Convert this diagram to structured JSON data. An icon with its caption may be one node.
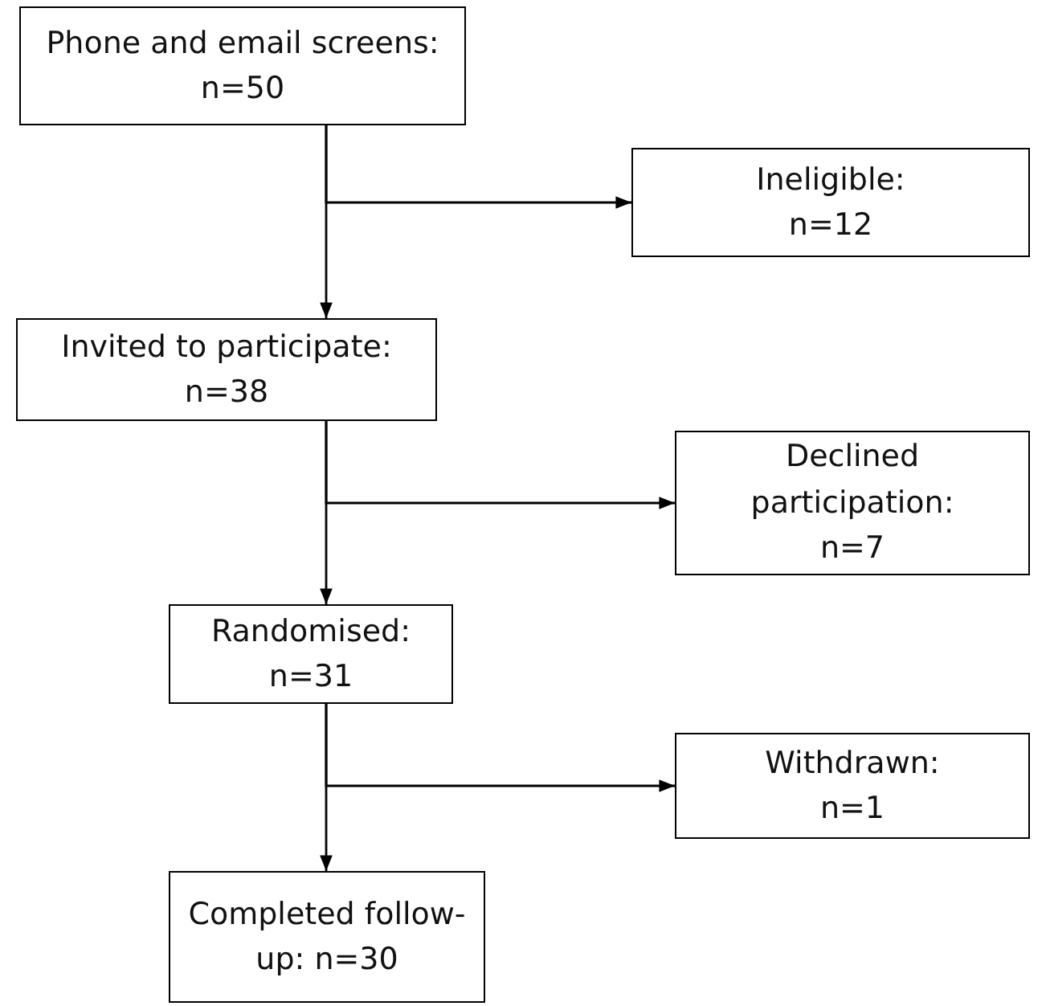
{
  "diagram": {
    "nodes": [
      {
        "text": [
          "Phone and email screens: n=50"
        ]
      },
      {
        "text": [
          "Ineligible: n=12"
        ]
      },
      {
        "text": [
          "Invited to participate: n=38"
        ]
      },
      {
        "text": [
          "Declined participation: n=7"
        ]
      },
      {
        "text": [
          "Randomised: n=31"
        ]
      },
      {
        "text": [
          "Withdrawn: n=1"
        ]
      },
      {
        "text": [
          "Completed follow-up: n=30"
        ]
      }
    ],
    "edges": [
      {
        "from": 0,
        "to": 1,
        "arrow": "to"
      },
      {
        "from": 0,
        "to": 2,
        "arrow": "to"
      },
      {
        "from": 2,
        "to": 3,
        "arrow": "to"
      },
      {
        "from": 2,
        "to": 4,
        "arrow": "to"
      },
      {
        "from": 4,
        "to": 5,
        "arrow": "to"
      },
      {
        "from": 4,
        "to": 6,
        "arrow": "to"
      }
    ]
  }
}
